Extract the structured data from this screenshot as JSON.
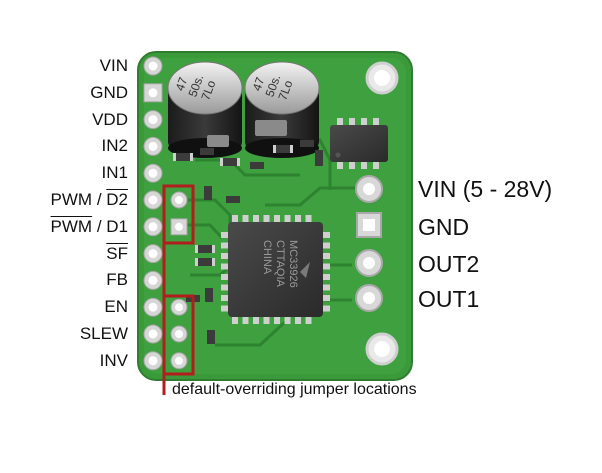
{
  "left_pins": [
    {
      "label": "VIN"
    },
    {
      "label": "GND"
    },
    {
      "label": "VDD"
    },
    {
      "label": "IN2"
    },
    {
      "label": "IN1"
    },
    {
      "label_a": "PWM",
      "sep": " / ",
      "label_b": "D2",
      "style": "pwm-d2"
    },
    {
      "label_a": "PWM",
      "sep": " / ",
      "label_b": "D1",
      "style": "pwmbar-d1"
    },
    {
      "label": "SF",
      "style": "overline"
    },
    {
      "label": "FB"
    },
    {
      "label": "EN"
    },
    {
      "label": "SLEW"
    },
    {
      "label": "INV"
    }
  ],
  "right_pins": [
    "VIN (5 - 28V)",
    "GND",
    "OUT2",
    "OUT1"
  ],
  "capacitor_1": {
    "line1": "47",
    "line2": "50s.",
    "line3": "7Lo"
  },
  "capacitor_2": {
    "line1": "47",
    "line2": "50s.",
    "line3": "7Lo"
  },
  "chip_label": {
    "line1": "MC33926",
    "line2": "CTTAQIA",
    "line3": "CHINA"
  },
  "caption": "default-overriding jumper locations",
  "colors": {
    "board": "#3a9a3a",
    "board_dark": "#2c7d2f",
    "jumper_box": "#b31d1d"
  }
}
